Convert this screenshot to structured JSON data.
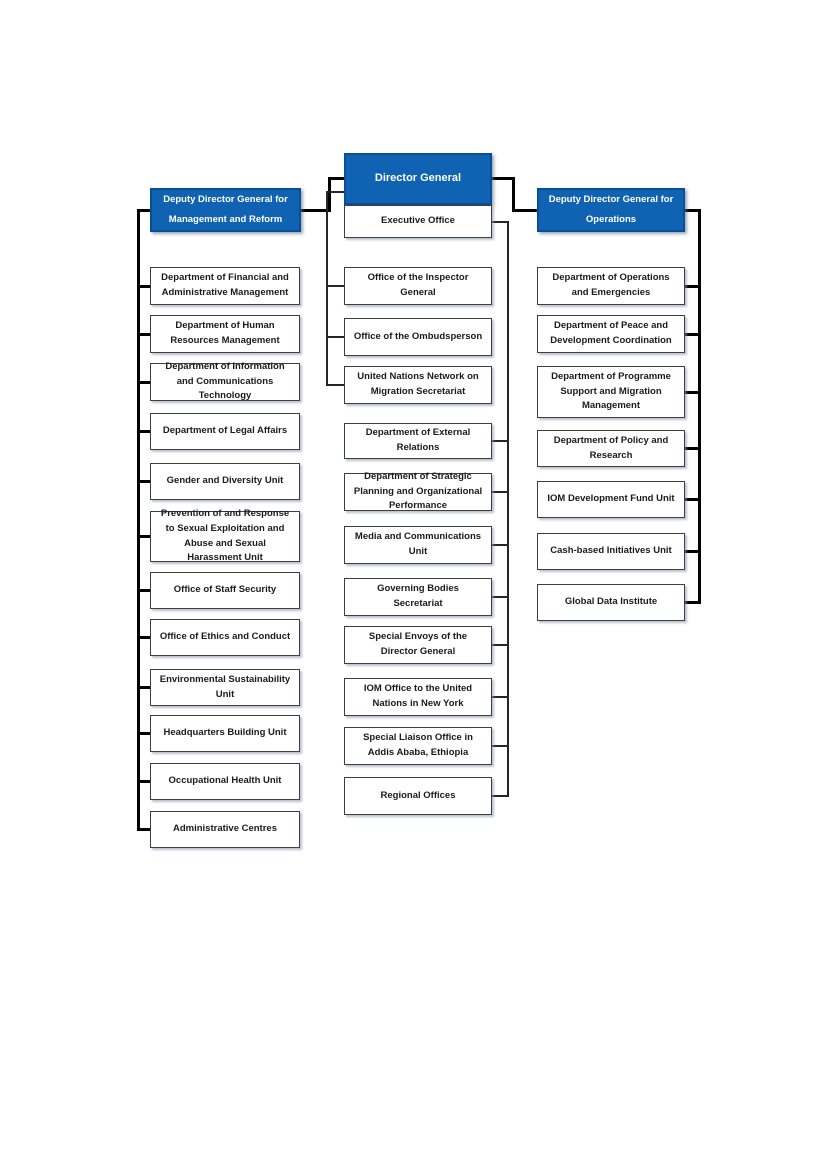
{
  "colors": {
    "header_blue": "#1062b2",
    "header_border_blue": "#0a4f96",
    "box_border": "#3f3f3f",
    "connector_black": "#000000"
  },
  "org": {
    "director_general": "Director General",
    "executive_office": "Executive Office",
    "left": {
      "head": "Deputy Director General for Management and Reform",
      "units": [
        "Department of Financial and Administrative Management",
        "Department of Human Resources Management",
        "Department of Information and Communications Technology",
        "Department of Legal Affairs",
        "Gender and Diversity Unit",
        "Prevention of and Response to Sexual Exploitation and Abuse and Sexual Harassment Unit",
        "Office of Staff Security",
        "Office of Ethics and Conduct",
        "Environmental Sustainability Unit",
        "Headquarters Building Unit",
        "Occupational Health Unit",
        "Administrative Centres"
      ]
    },
    "center": {
      "units": [
        "Office of the Inspector General",
        "Office of the Ombudsperson",
        "United Nations Network on Migration Secretariat",
        "Department of External Relations",
        "Department of Strategic Planning and Organizational Performance",
        "Media and Communications Unit",
        "Governing Bodies Secretariat",
        "Special Envoys of the Director General",
        "IOM Office to the United Nations in New York",
        "Special Liaison Office in Addis Ababa, Ethiopia",
        "Regional Offices"
      ]
    },
    "right": {
      "head": "Deputy Director General for Operations",
      "units": [
        "Department of Operations and Emergencies",
        "Department of Peace and Development Coordination",
        "Department of Programme Support and Migration Management",
        "Department of Policy and Research",
        "IOM Development Fund Unit",
        "Cash-based Initiatives Unit",
        "Global Data Institute"
      ]
    }
  }
}
